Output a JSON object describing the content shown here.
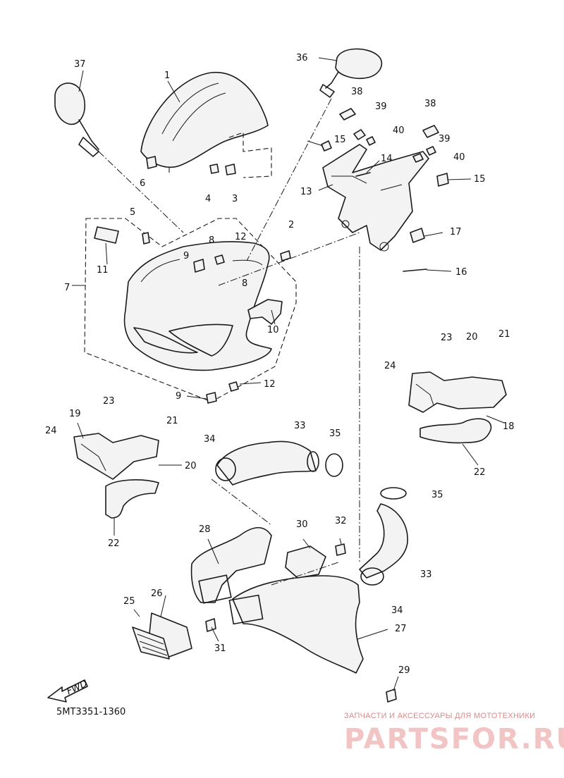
{
  "diagram": {
    "part_code": "5MT3351-1360",
    "direction_label": "FWD",
    "watermark_line": "ЗАПЧАСТИ И АКСЕССУАРЫ ДЛЯ МОТОТЕХНИКИ",
    "watermark_brand": "PARTSFOR.RU",
    "colors": {
      "ink": "#1a1a1a",
      "watermark": "#f2c4c4",
      "watermark_text": "#d98a8a"
    },
    "callouts": [
      "1",
      "2",
      "3",
      "4",
      "5",
      "6",
      "7",
      "8",
      "8",
      "9",
      "9",
      "10",
      "11",
      "12",
      "12",
      "13",
      "14",
      "15",
      "15",
      "16",
      "17",
      "18",
      "19",
      "20",
      "20",
      "21",
      "21",
      "22",
      "22",
      "23",
      "23",
      "24",
      "24",
      "25",
      "26",
      "27",
      "28",
      "29",
      "30",
      "31",
      "32",
      "33",
      "33",
      "34",
      "34",
      "35",
      "35",
      "36",
      "37",
      "38",
      "38",
      "39",
      "39",
      "40",
      "40"
    ]
  }
}
